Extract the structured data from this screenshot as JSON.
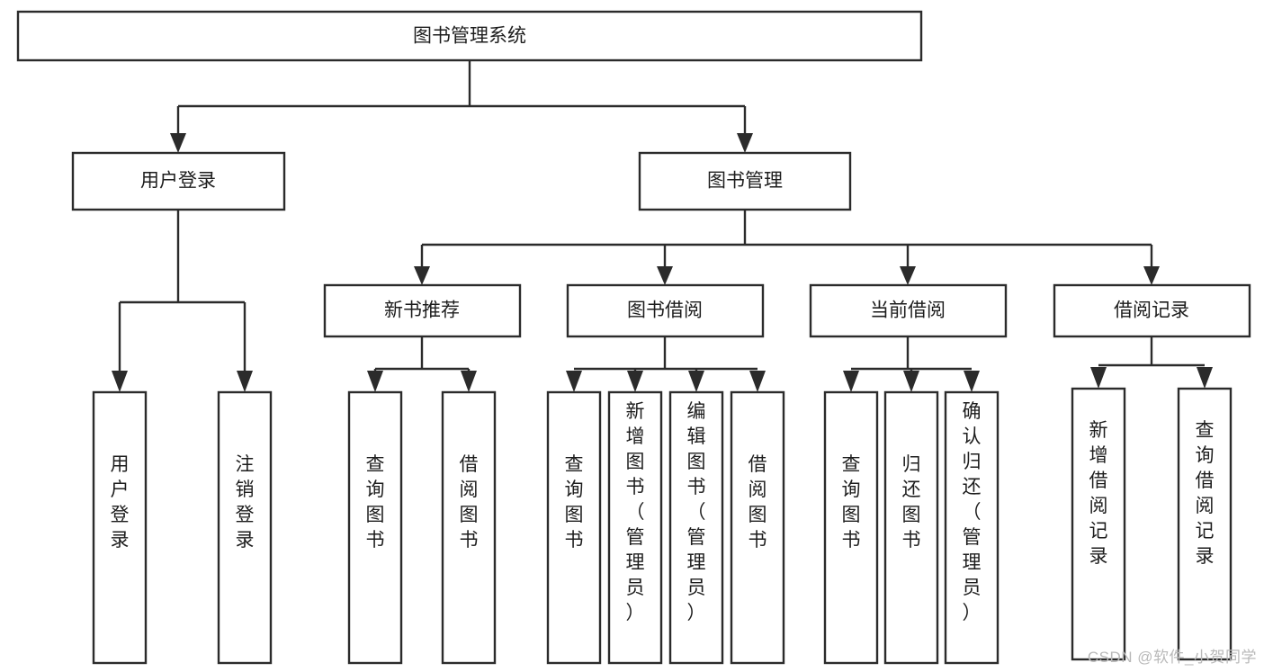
{
  "diagram": {
    "title": "图书管理系统",
    "type": "tree-hierarchy-chart",
    "watermark": "CSDN @软件_小贺同学",
    "nodes": {
      "root": {
        "label": "图书管理系统",
        "orientation": "horizontal"
      },
      "level2": [
        {
          "id": "user-login",
          "label": "用户登录",
          "orientation": "horizontal"
        },
        {
          "id": "book-management",
          "label": "图书管理",
          "orientation": "horizontal"
        }
      ],
      "level3": [
        {
          "id": "new-book-recommend",
          "label": "新书推荐",
          "orientation": "horizontal"
        },
        {
          "id": "book-borrow",
          "label": "图书借阅",
          "orientation": "horizontal"
        },
        {
          "id": "current-borrow",
          "label": "当前借阅",
          "orientation": "horizontal"
        },
        {
          "id": "borrow-record",
          "label": "借阅记录",
          "orientation": "horizontal"
        }
      ],
      "leaves": {
        "user-login": [
          {
            "id": "leaf-user-login",
            "label": "用户登录",
            "orientation": "vertical",
            "align": "center"
          },
          {
            "id": "leaf-user-logout",
            "label": "注销登录",
            "orientation": "vertical",
            "align": "center"
          }
        ],
        "new-book-recommend": [
          {
            "id": "leaf-query-book-1",
            "label": "查询图书",
            "orientation": "vertical",
            "align": "center"
          },
          {
            "id": "leaf-borrow-book-1",
            "label": "借阅图书",
            "orientation": "vertical",
            "align": "center"
          }
        ],
        "book-borrow": [
          {
            "id": "leaf-query-book-2",
            "label": "查询图书",
            "orientation": "vertical",
            "align": "center"
          },
          {
            "id": "leaf-add-book",
            "label": "新增图书（管理员）",
            "orientation": "vertical",
            "align": "top"
          },
          {
            "id": "leaf-edit-book",
            "label": "编辑图书（管理员）",
            "orientation": "vertical",
            "align": "top"
          },
          {
            "id": "leaf-borrow-book-2",
            "label": "借阅图书",
            "orientation": "vertical",
            "align": "center"
          }
        ],
        "current-borrow": [
          {
            "id": "leaf-query-book-3",
            "label": "查询图书",
            "orientation": "vertical",
            "align": "center"
          },
          {
            "id": "leaf-return-book",
            "label": "归还图书",
            "orientation": "vertical",
            "align": "center"
          },
          {
            "id": "leaf-confirm-return",
            "label": "确认归还（管理员）",
            "orientation": "vertical",
            "align": "top"
          }
        ],
        "borrow-record": [
          {
            "id": "leaf-add-record",
            "label": "新增借阅记录",
            "orientation": "vertical",
            "align": "center"
          },
          {
            "id": "leaf-query-record",
            "label": "查询借阅记录",
            "orientation": "vertical",
            "align": "center"
          }
        ]
      }
    },
    "colors": {
      "stroke": "#2b2b2b",
      "fill": "#ffffff",
      "text": "#1d1d1d",
      "watermark": "#b9b9b9"
    }
  }
}
